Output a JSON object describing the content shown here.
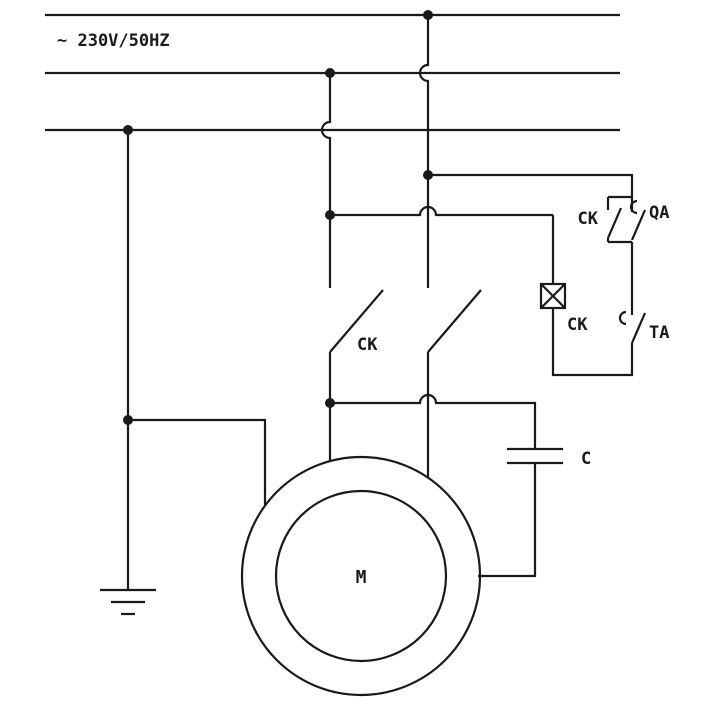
{
  "diagram": {
    "title": "~ 230V/50HZ",
    "colors": {
      "line": "#1a1a1a",
      "background": "#ffffff"
    },
    "labels": {
      "aux_contact": "CK",
      "start_button": "QA",
      "stop_button": "TA",
      "coil": "CK",
      "main_contacts": "CK",
      "capacitor": "C",
      "motor": "M"
    }
  }
}
